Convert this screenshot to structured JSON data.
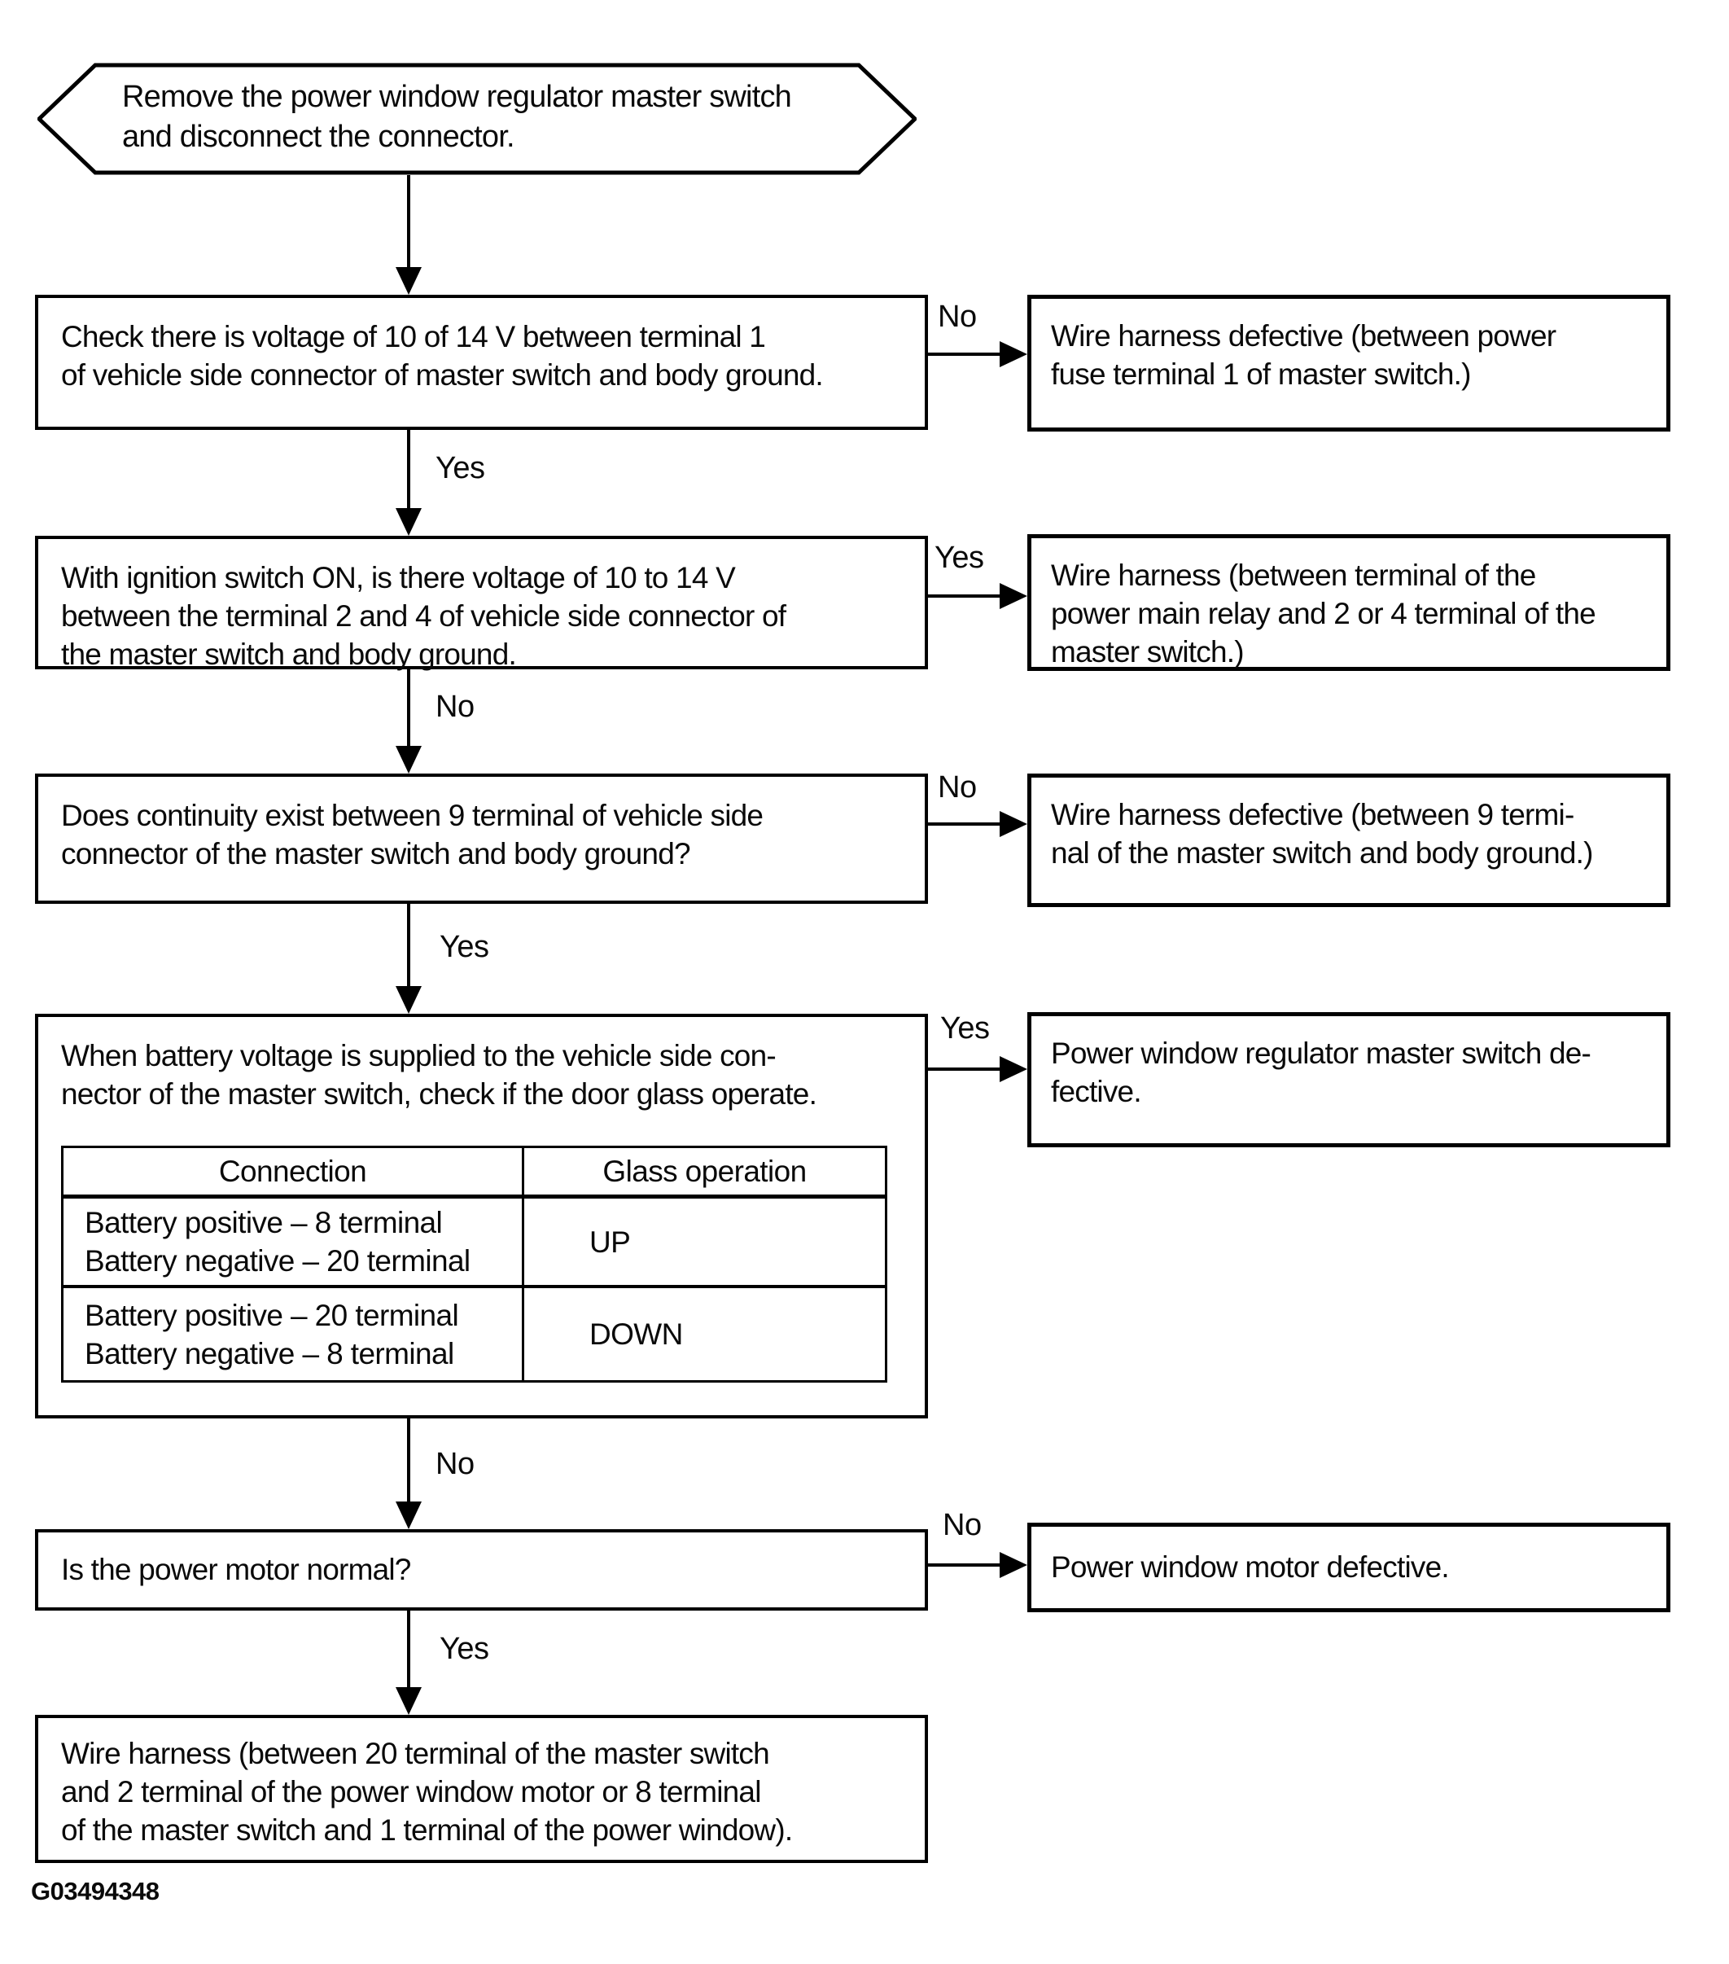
{
  "page": {
    "background": "#ffffff",
    "ink": "#000000",
    "figure_code": "G03494348"
  },
  "nodes": {
    "start": {
      "type": "terminator",
      "text": "Remove the power window regulator master switch\nand disconnect the connector."
    },
    "check_voltage_terminal1": {
      "type": "process",
      "text": "Check there is voltage of 10 of 14 V between terminal 1\nof vehicle side connector of master switch and body ground."
    },
    "wire_harness_fuse_defective": {
      "type": "result",
      "text": "Wire harness defective (between power\nfuse terminal 1 of master switch.)"
    },
    "check_ignition_voltage": {
      "type": "process",
      "text": "With ignition switch ON, is there voltage of 10 to 14 V\nbetween the terminal 2 and 4 of vehicle side connector of\nthe master switch and body ground."
    },
    "wire_harness_relay": {
      "type": "result",
      "text": "Wire harness (between terminal of the\npower main relay and 2 or 4 terminal of the\nmaster switch.)"
    },
    "check_continuity_terminal9": {
      "type": "process",
      "text": "Does continuity exist between 9 terminal of vehicle side\nconnector of the master switch and body ground?"
    },
    "wire_harness_ground_defective": {
      "type": "result",
      "text": "Wire harness defective (between 9 termi-\nnal of the master switch and body ground.)"
    },
    "check_battery_glass": {
      "type": "process",
      "text": "When battery voltage is supplied to the vehicle side con-\nnector of the master switch, check if the door glass operate."
    },
    "master_switch_defective": {
      "type": "result",
      "text": "Power window regulator master switch de-\nfective."
    },
    "check_power_motor": {
      "type": "process",
      "text": "Is the power motor normal?"
    },
    "power_window_motor_defective": {
      "type": "result",
      "text": "Power window motor defective."
    },
    "wire_harness_motor": {
      "type": "result",
      "text": "Wire harness (between 20 terminal of the master switch\nand 2 terminal of the power window motor or 8 terminal\nof the master switch and 1 terminal of the power window)."
    }
  },
  "edges": {
    "voltage_no": "No",
    "voltage_yes": "Yes",
    "ignition_yes": "Yes",
    "ignition_no": "No",
    "continuity_no": "No",
    "continuity_yes": "Yes",
    "glass_yes": "Yes",
    "glass_no": "No",
    "motor_no": "No",
    "motor_yes": "Yes"
  },
  "glass_table": {
    "headers": [
      "Connection",
      "Glass operation"
    ],
    "rows": [
      {
        "connection": "Battery positive – 8 terminal\nBattery negative – 20 terminal",
        "operation": "UP"
      },
      {
        "connection": "Battery positive – 20 terminal\nBattery negative – 8 terminal",
        "operation": "DOWN"
      }
    ]
  }
}
